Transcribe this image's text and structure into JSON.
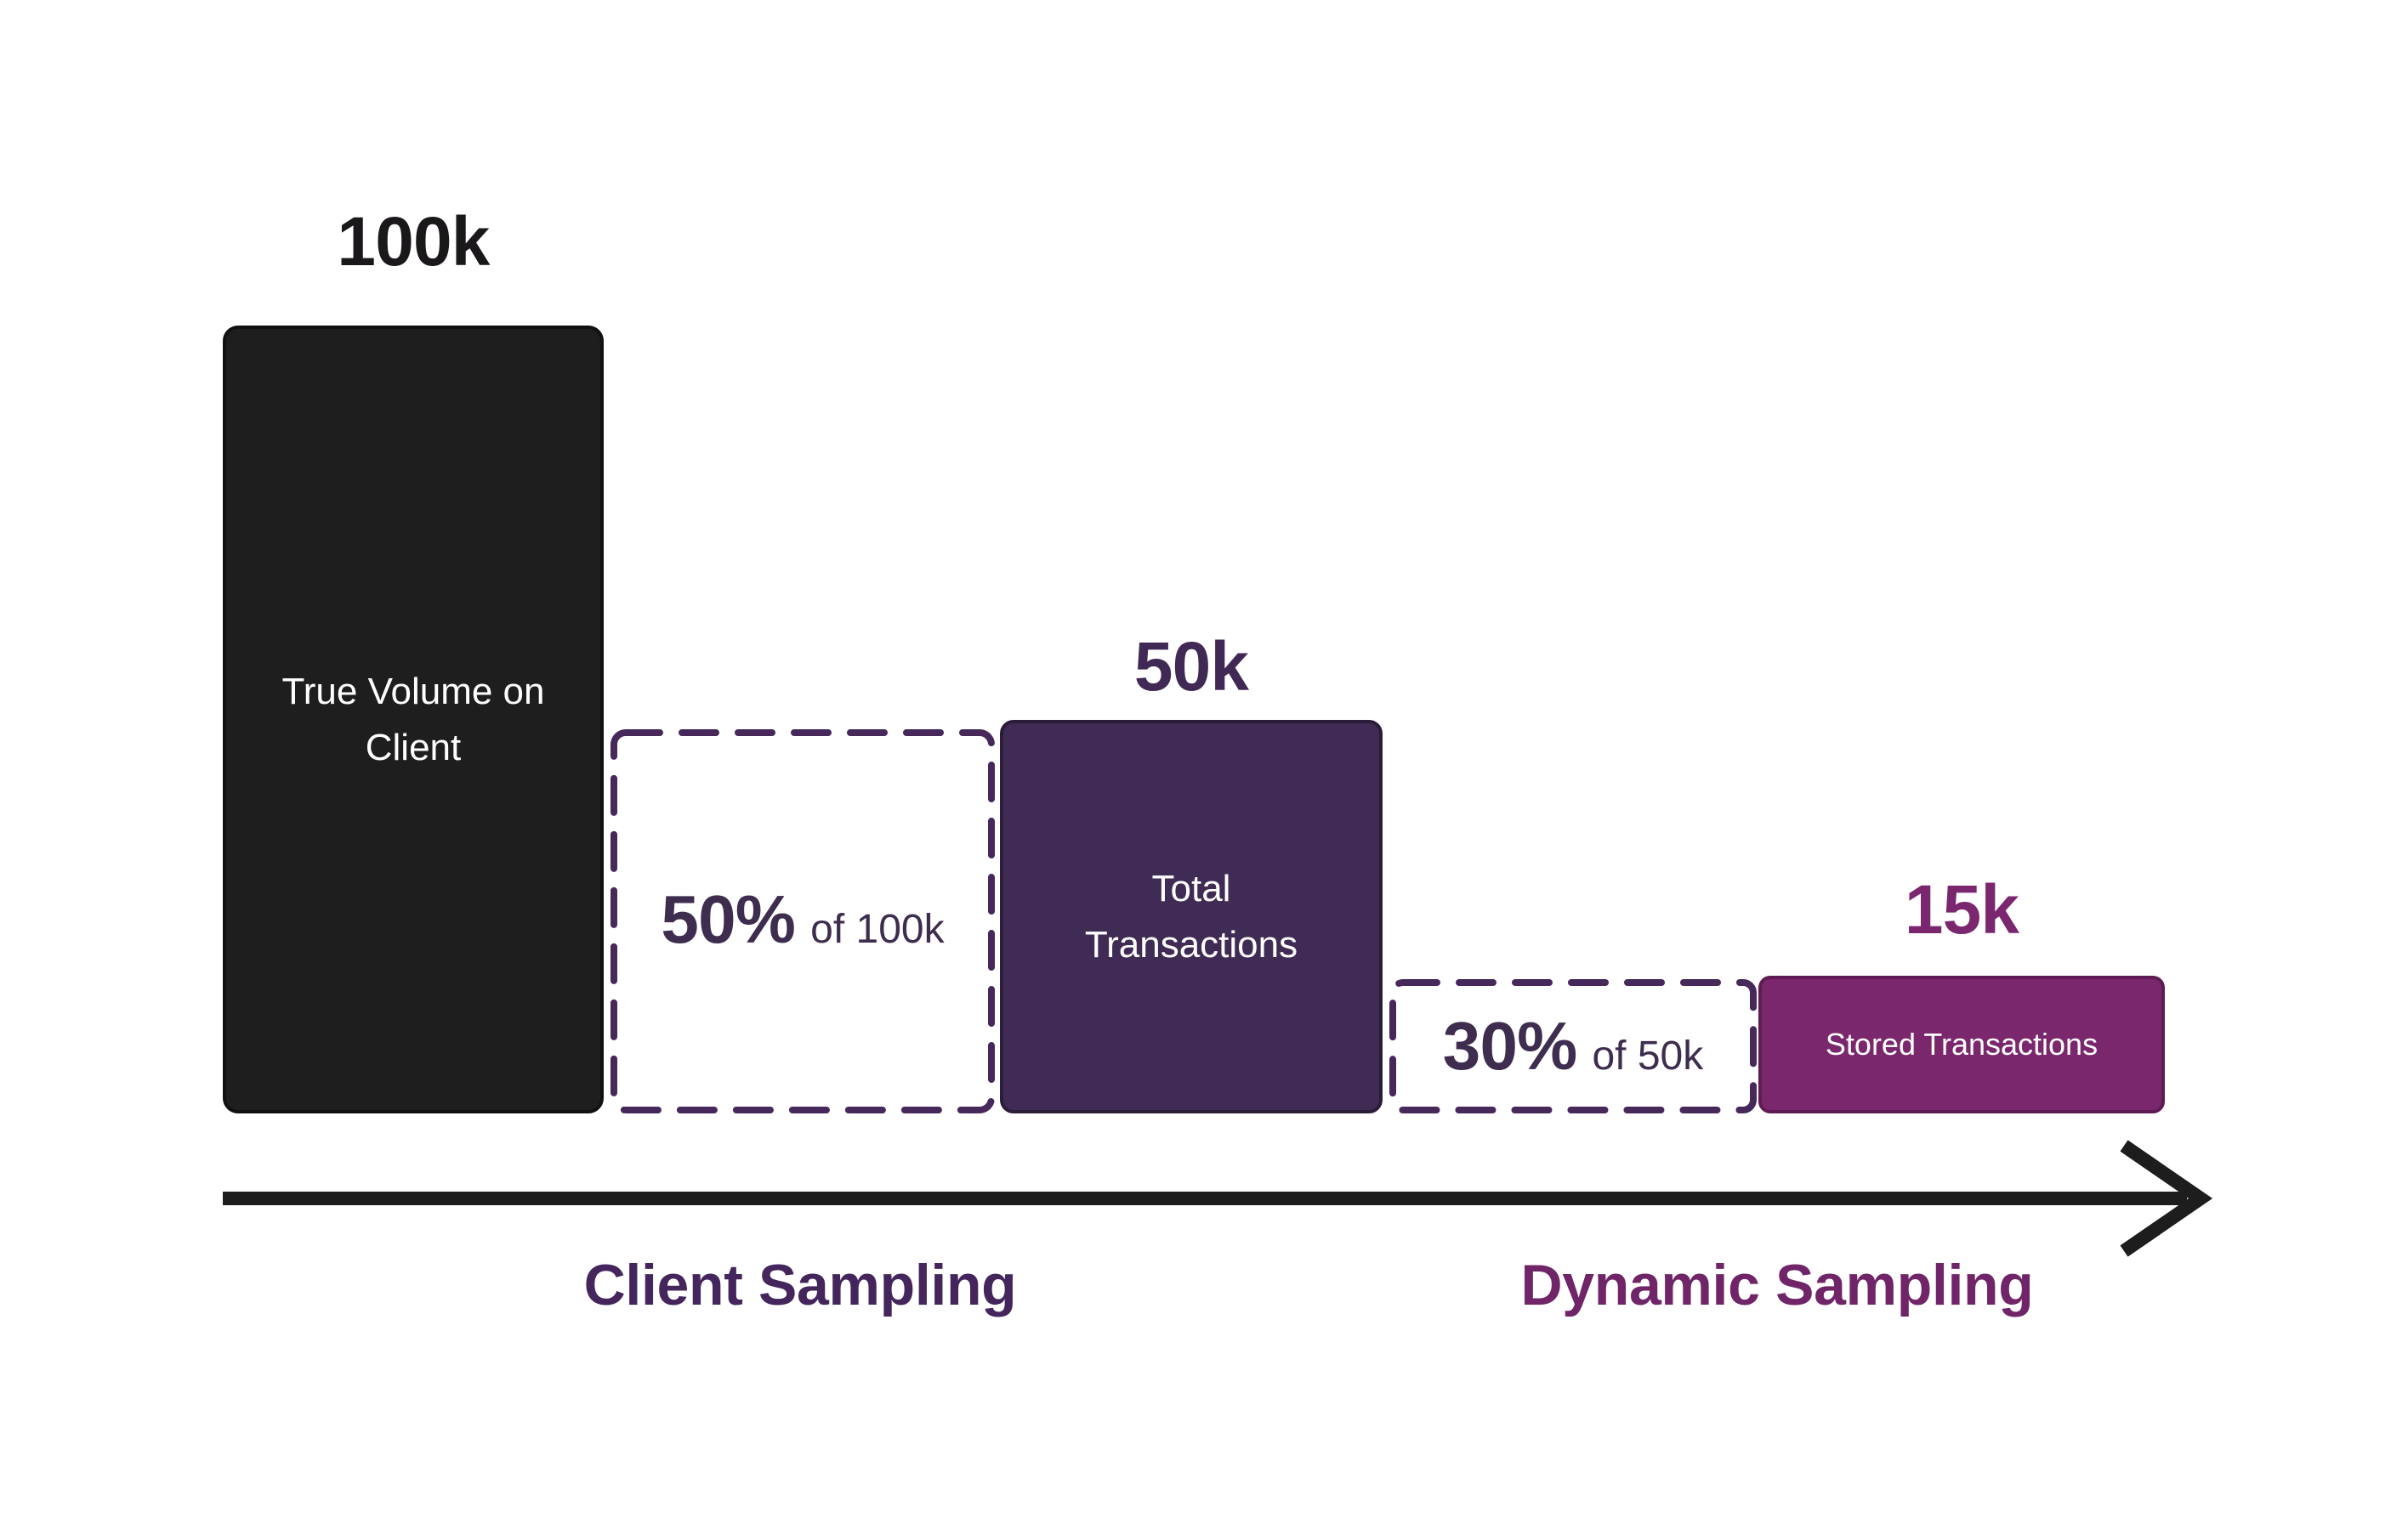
{
  "colors": {
    "background": "#ffffff",
    "black_bar": "#1f1e1f",
    "black_bar_border": "#111111",
    "violet_bar": "#402b54",
    "violet_bar_border": "#2b1d3a",
    "plum_bar": "#7a276d",
    "plum_bar_border": "#5e1b54",
    "dash_stroke": "#46285a",
    "dash_text": "#3e2d4e",
    "value_dark": "#1b181b",
    "value_violet": "#402a55",
    "value_plum": "#7b2770",
    "arrow": "#1d1d1d",
    "client_label": "#44265c",
    "dynamic_label": "#702569"
  },
  "stages": {
    "true_volume": {
      "value": "100k",
      "label": "True Volume on Client"
    },
    "client_rate": {
      "percent": "50%",
      "of": "of 100k"
    },
    "total_transactions": {
      "value": "50k",
      "label": "Total Transactions"
    },
    "dynamic_rate": {
      "percent": "30%",
      "of": "of 50k"
    },
    "stored_transactions": {
      "value": "15k",
      "label": "Stored Transactions"
    }
  },
  "axis": {
    "client": "Client Sampling",
    "dynamic": "Dynamic Sampling"
  },
  "chart_data": {
    "type": "bar",
    "categories": [
      "True Volume on Client",
      "Total Transactions",
      "Stored Transactions"
    ],
    "values": [
      100000,
      50000,
      15000
    ],
    "value_labels": [
      "100k",
      "50k",
      "15k"
    ],
    "annotations": [
      {
        "label": "50% of 100k",
        "stage": "Client Sampling",
        "between": [
          "True Volume on Client",
          "Total Transactions"
        ]
      },
      {
        "label": "30% of 50k",
        "stage": "Dynamic Sampling",
        "between": [
          "Total Transactions",
          "Stored Transactions"
        ]
      }
    ],
    "legend_position": "none",
    "grid": false
  }
}
